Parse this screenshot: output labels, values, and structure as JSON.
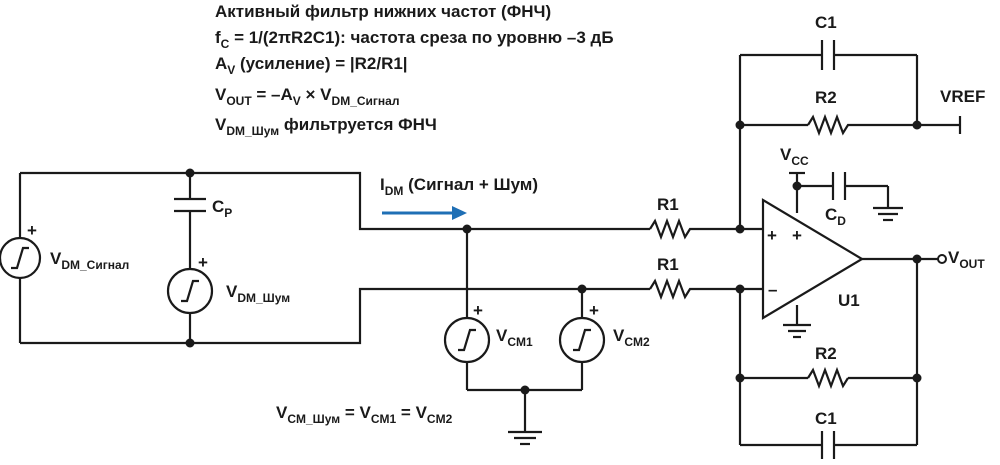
{
  "notes": {
    "line1": "Активный фильтр нижних частот (ФНЧ)",
    "line2_main": "f",
    "line2_sub": "C",
    "line2_rest": " = 1/(2πR2C1): частота среза по уровню –3 дБ",
    "line3_main": "A",
    "line3_sub": "V",
    "line3_rest": " (усиление) = |R2/R1|",
    "line4_main": "V",
    "line4_sub": "OUT",
    "line4_mid": " = –A",
    "line4_sub2": "V",
    "line4_mid2": " × V",
    "line4_sub3": "DM_Сигнал",
    "line5_main": "V",
    "line5_sub": "DM_Шум",
    "line5_rest": " фильтруется ФНЧ"
  },
  "labels": {
    "c1_top": "C1",
    "r2_top": "R2",
    "vref": "VREF",
    "vcc_main": "V",
    "vcc_sub": "CC",
    "cd_main": "C",
    "cd_sub": "D",
    "idm_main": "I",
    "idm_sub": "DM",
    "idm_rest": " (Сигнал + Шум)",
    "cp_main": "C",
    "cp_sub": "P",
    "r1_top": "R1",
    "r1_bot": "R1",
    "plus_in": "+",
    "plus_vcc": "+",
    "minus_in": "–",
    "u1": "U1",
    "vout_main": "V",
    "vout_sub": "OUT",
    "vdm_sig_main": "V",
    "vdm_sig_sub": "DM_Сигнал",
    "vdm_noise_main": "V",
    "vdm_noise_sub": "DM_Шум",
    "vcm1_main": "V",
    "vcm1_sub": "CM1",
    "vcm2_main": "V",
    "vcm2_sub": "CM2",
    "r2_bot": "R2",
    "c1_bot": "C1",
    "src_plus": "+",
    "eq_v1": "V",
    "eq_s1": "CM_Шум",
    "eq_m1": " = V",
    "eq_s2": "CM1",
    "eq_m2": " = V",
    "eq_s3": "CM2"
  },
  "colors": {
    "wire": "#1a1a1a",
    "arrow": "#1f6fb5"
  }
}
